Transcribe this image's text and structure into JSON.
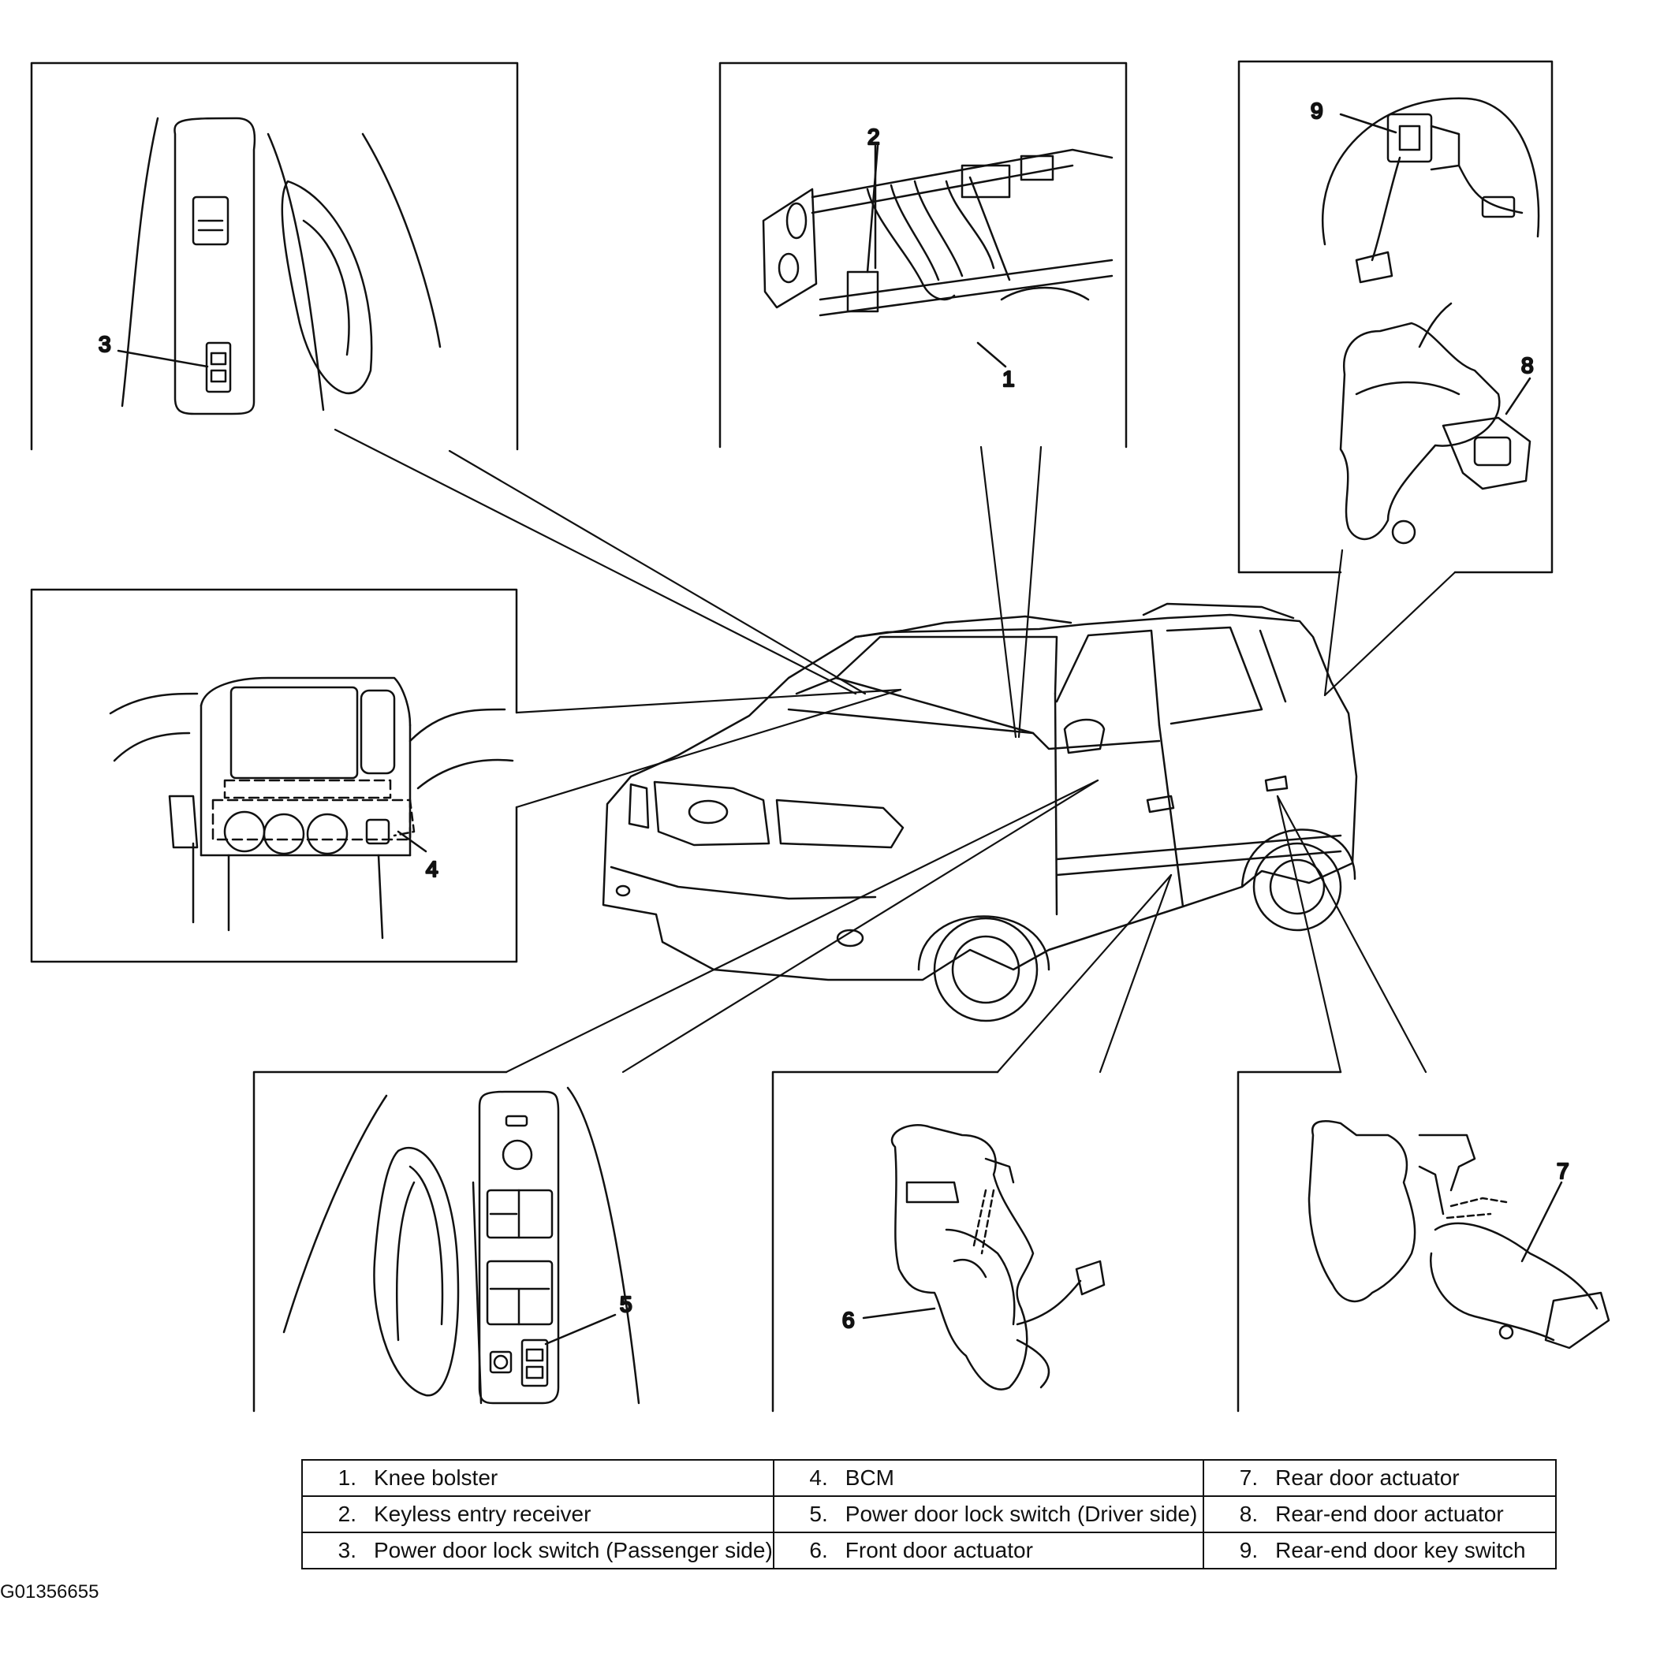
{
  "callouts": [
    "1",
    "2",
    "3",
    "4",
    "5",
    "6",
    "7",
    "8",
    "9"
  ],
  "legend": {
    "rows": [
      [
        {
          "num": "1.",
          "label": "Knee bolster"
        },
        {
          "num": "4.",
          "label": "BCM"
        },
        {
          "num": "7.",
          "label": "Rear door actuator"
        }
      ],
      [
        {
          "num": "2.",
          "label": "Keyless entry receiver"
        },
        {
          "num": "5.",
          "label": "Power door lock switch (Driver side)"
        },
        {
          "num": "8.",
          "label": "Rear-end door actuator"
        }
      ],
      [
        {
          "num": "3.",
          "label": "Power door lock switch (Passenger side)"
        },
        {
          "num": "6.",
          "label": "Front door actuator"
        },
        {
          "num": "9.",
          "label": "Rear-end door key switch"
        }
      ]
    ]
  },
  "image_code": "G01356655"
}
